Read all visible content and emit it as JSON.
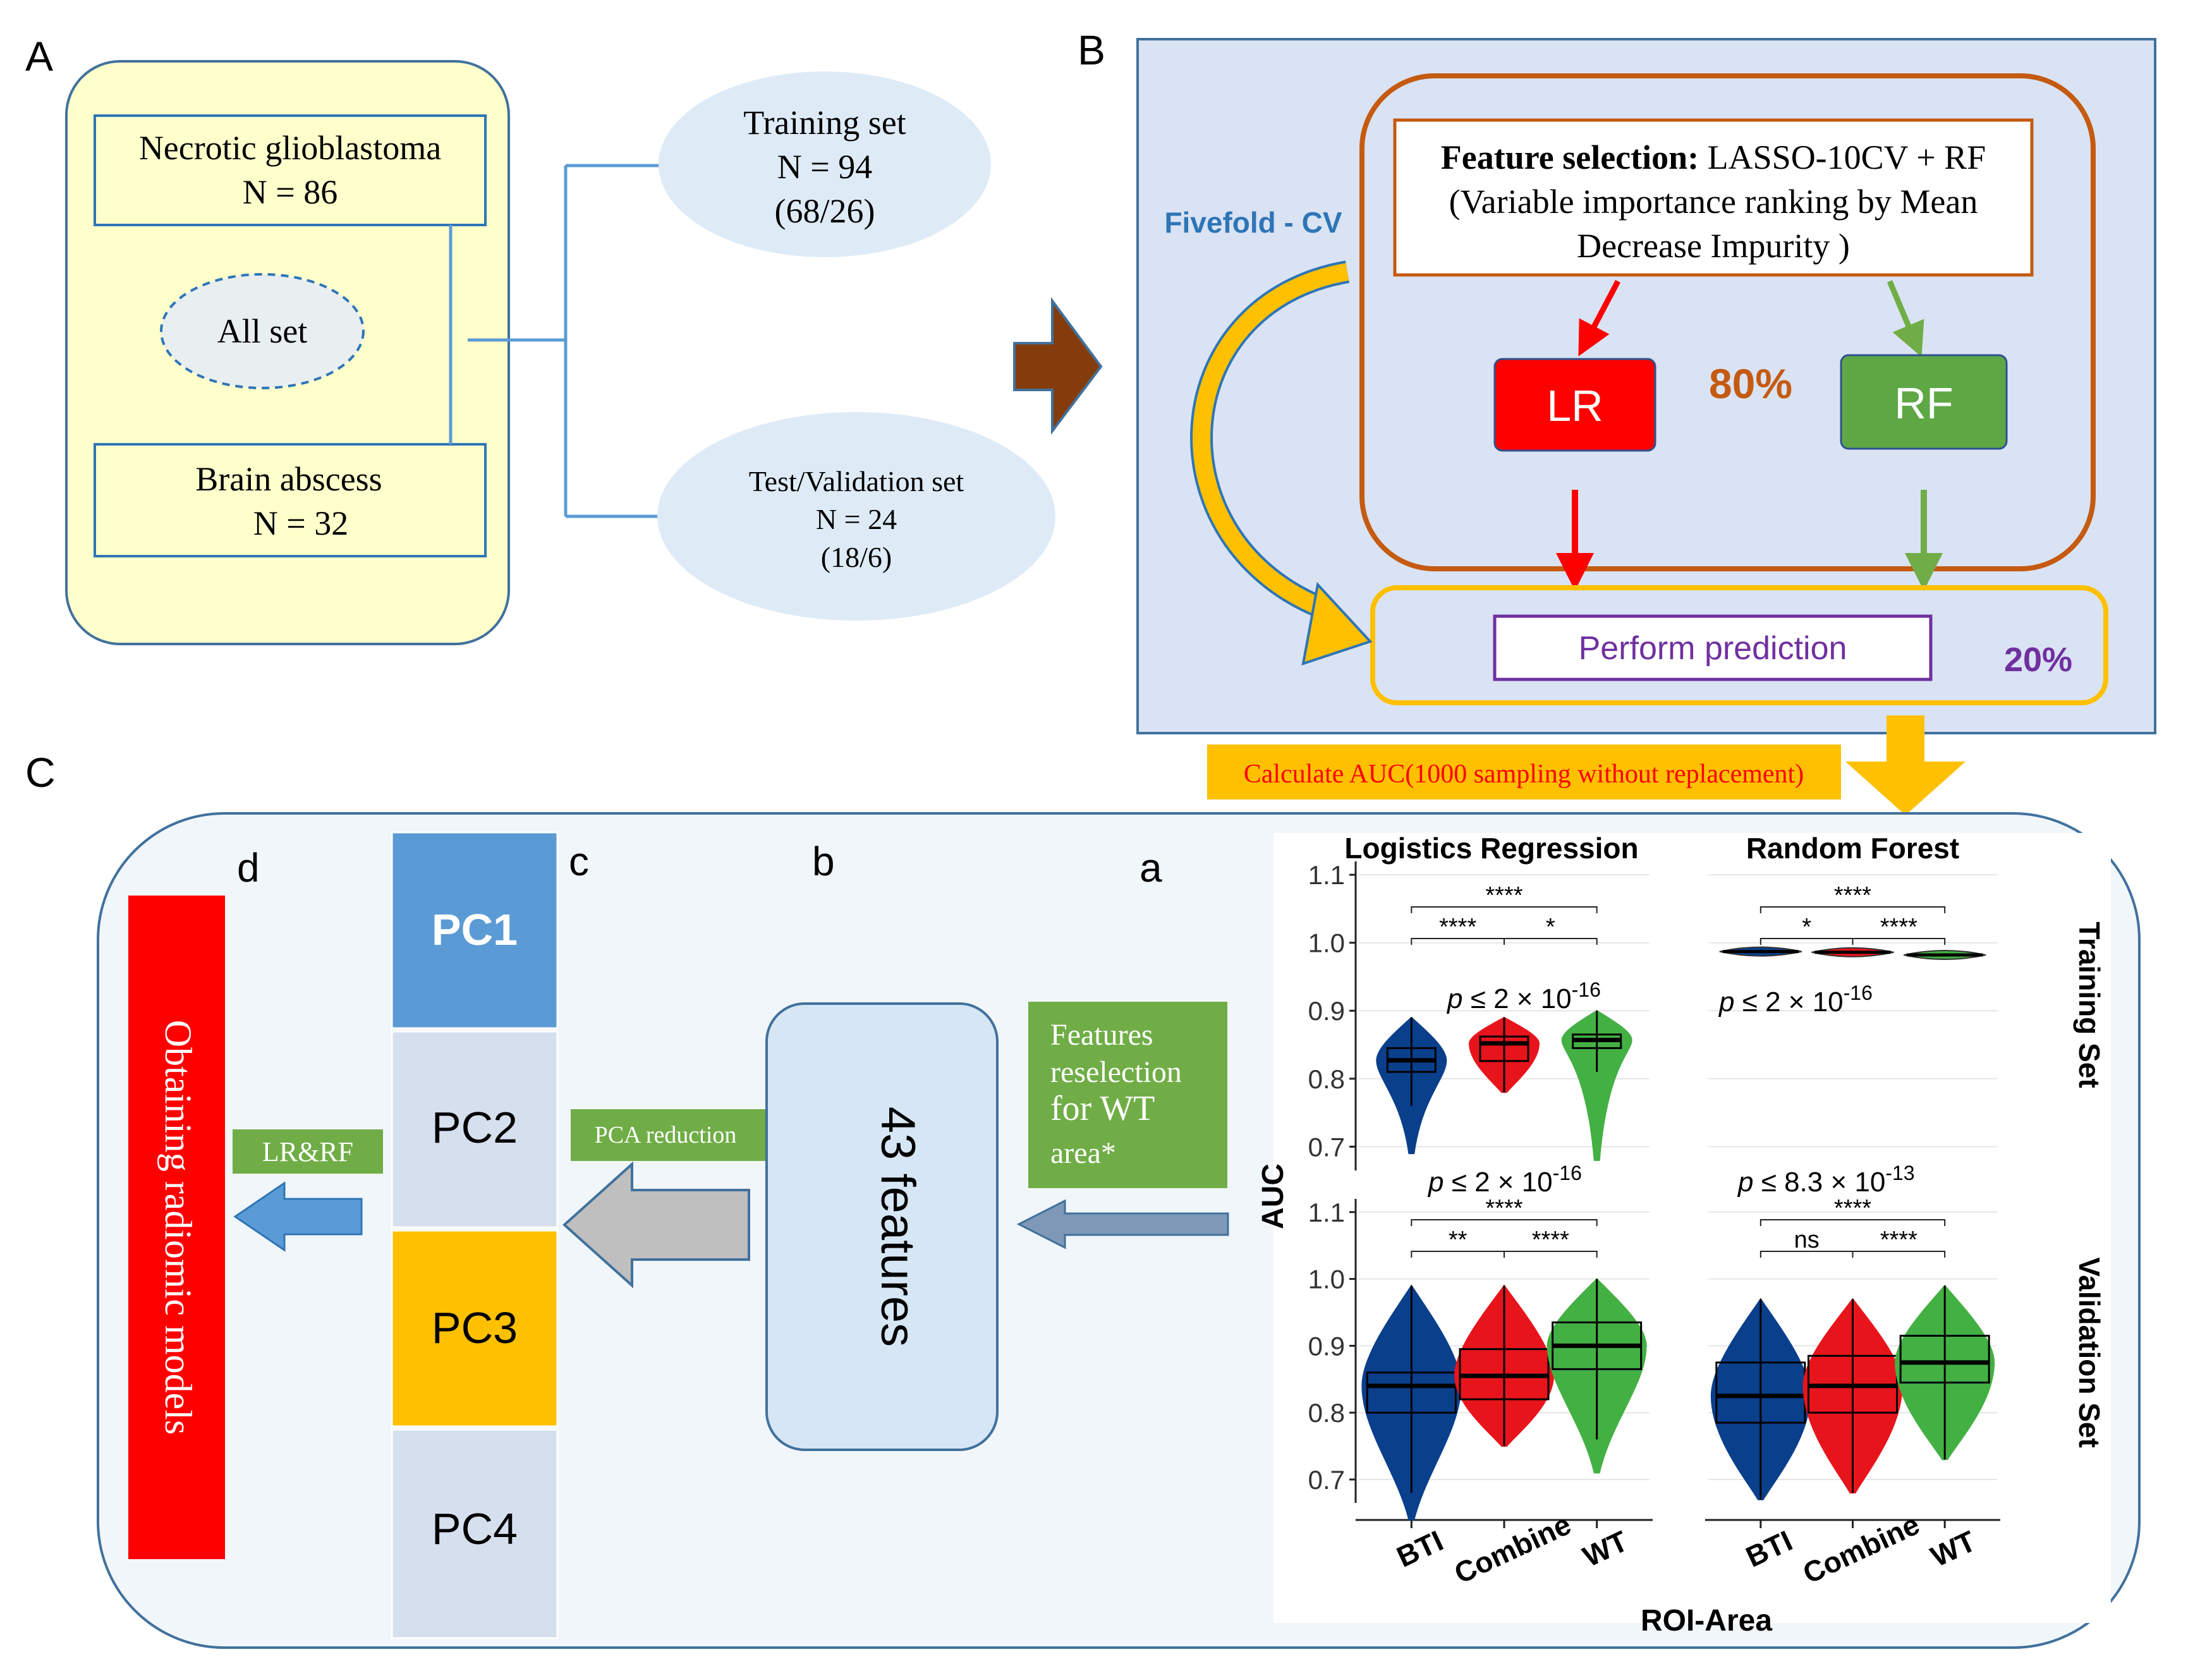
{
  "panel_labels": {
    "a_upper": "A",
    "b": "B",
    "c_upper": "C",
    "d_lower": "d",
    "c_lower": "c",
    "b_lower": "b",
    "a_lower": "a"
  },
  "panelA": {
    "box1_line1": "Necrotic glioblastoma",
    "box1_line2": "N = 86",
    "all_set": "All set",
    "box2_line1": "Brain abscess",
    "box2_line2": "N = 32",
    "train_line1": "Training  set",
    "train_line2": "N = 94",
    "train_line3": "(68/26)",
    "test_line1": "Test/Validation set",
    "test_line2": "N = 24",
    "test_line3": "(18/6)"
  },
  "panelB": {
    "fivefold": "Fivefold - CV",
    "fs_bold": "Feature selection:",
    "fs_rest": " LASSO-10CV + RF",
    "fs_line2": "(Variable importance ranking by Mean",
    "fs_line3": "Decrease Impurity )",
    "lr": "LR",
    "rf": "RF",
    "pct80": "80%",
    "perform": "Perform prediction",
    "pct20": "20%"
  },
  "calc_auc": "Calculate AUC(1000 sampling without replacement)",
  "panelC": {
    "obtaining": "Obtaining radiomic models",
    "lrrf": "LR&RF",
    "pcs": [
      "PC1",
      "PC2",
      "PC3",
      "PC4"
    ],
    "pca": "PCA reduction",
    "features43": "43 features",
    "resel_1": "Features",
    "resel_2": "reselection",
    "resel_3": "for WT",
    "resel_4": "area*"
  },
  "colors": {
    "blue_fill": "#0a3f8c",
    "red_fill": "#e8141c",
    "green_fill": "#43b043",
    "lr_red": "#ff0000",
    "rf_green": "#5da845",
    "orange": "#c55a11",
    "gold": "#ffc000",
    "purple": "#7030a0",
    "pc1": "#5b9bd5",
    "pc3": "#ffc000",
    "pc_light": "#d6dfee"
  },
  "chart_data": {
    "type": "violin",
    "panels": [
      {
        "facet_col": "Logistics Regression",
        "facet_row": "Training Set",
        "p": "p ≤ 2 × 10",
        "p_exp": "-16",
        "groups": [
          {
            "name": "BTI",
            "q1": 0.81,
            "median": 0.827,
            "q3": 0.845,
            "min": 0.76,
            "max": 0.89,
            "tail_min": 0.69
          },
          {
            "name": "Combine",
            "q1": 0.826,
            "median": 0.852,
            "q3": 0.862,
            "min": 0.78,
            "max": 0.89
          },
          {
            "name": "WT",
            "q1": 0.845,
            "median": 0.857,
            "q3": 0.865,
            "min": 0.81,
            "max": 0.9,
            "tail_min": 0.68
          }
        ],
        "significance": [
          {
            "a": "BTI",
            "b": "WT",
            "label": "****"
          },
          {
            "a": "BTI",
            "b": "Combine",
            "label": "****"
          },
          {
            "a": "Combine",
            "b": "WT",
            "label": "*"
          }
        ]
      },
      {
        "facet_col": "Random Forest",
        "facet_row": "Training Set",
        "p": "p ≤ 2 × 10",
        "p_exp": "-16",
        "groups": [
          {
            "name": "BTI",
            "median": 0.987,
            "q1": 0.984,
            "q3": 0.99
          },
          {
            "name": "Combine",
            "median": 0.986,
            "q1": 0.982,
            "q3": 0.989
          },
          {
            "name": "WT",
            "median": 0.982,
            "q1": 0.979,
            "q3": 0.985
          }
        ],
        "significance": [
          {
            "a": "BTI",
            "b": "WT",
            "label": "****"
          },
          {
            "a": "BTI",
            "b": "Combine",
            "label": "*"
          },
          {
            "a": "Combine",
            "b": "WT",
            "label": "****"
          }
        ]
      },
      {
        "facet_col": "Logistics Regression",
        "facet_row": "Validation Set",
        "p": "p ≤ 2 × 10",
        "p_exp": "-16",
        "groups": [
          {
            "name": "BTI",
            "q1": 0.8,
            "median": 0.84,
            "q3": 0.86,
            "min": 0.68,
            "max": 0.99,
            "tail_min": 0.64
          },
          {
            "name": "Combine",
            "q1": 0.82,
            "median": 0.855,
            "q3": 0.895,
            "min": 0.75,
            "max": 0.99
          },
          {
            "name": "WT",
            "q1": 0.865,
            "median": 0.9,
            "q3": 0.935,
            "min": 0.76,
            "max": 1.0,
            "tail_min": 0.71
          }
        ],
        "significance": [
          {
            "a": "BTI",
            "b": "WT",
            "label": "****"
          },
          {
            "a": "BTI",
            "b": "Combine",
            "label": "**"
          },
          {
            "a": "Combine",
            "b": "WT",
            "label": "****"
          }
        ]
      },
      {
        "facet_col": "Random Forest",
        "facet_row": "Validation Set",
        "p": "p ≤ 8.3 × 10",
        "p_exp": "-13",
        "groups": [
          {
            "name": "BTI",
            "q1": 0.785,
            "median": 0.825,
            "q3": 0.875,
            "min": 0.67,
            "max": 0.97
          },
          {
            "name": "Combine",
            "q1": 0.8,
            "median": 0.84,
            "q3": 0.885,
            "min": 0.68,
            "max": 0.97
          },
          {
            "name": "WT",
            "q1": 0.845,
            "median": 0.875,
            "q3": 0.915,
            "min": 0.73,
            "max": 0.99
          }
        ],
        "significance": [
          {
            "a": "BTI",
            "b": "WT",
            "label": "****"
          },
          {
            "a": "BTI",
            "b": "Combine",
            "label": "ns"
          },
          {
            "a": "Combine",
            "b": "WT",
            "label": "****"
          }
        ]
      }
    ],
    "categories": [
      "BTI",
      "Combine",
      "WT"
    ],
    "yticks": [
      "1.1",
      "1.0",
      "0.9",
      "0.8",
      "0.7"
    ],
    "ylim": [
      0.67,
      1.1
    ],
    "ylabel": "AUC",
    "xlabel": "ROI-Area",
    "facet_cols": [
      "Logistics Regression",
      "Random Forest"
    ],
    "facet_rows": [
      "Training Set",
      "Validation Set"
    ]
  }
}
